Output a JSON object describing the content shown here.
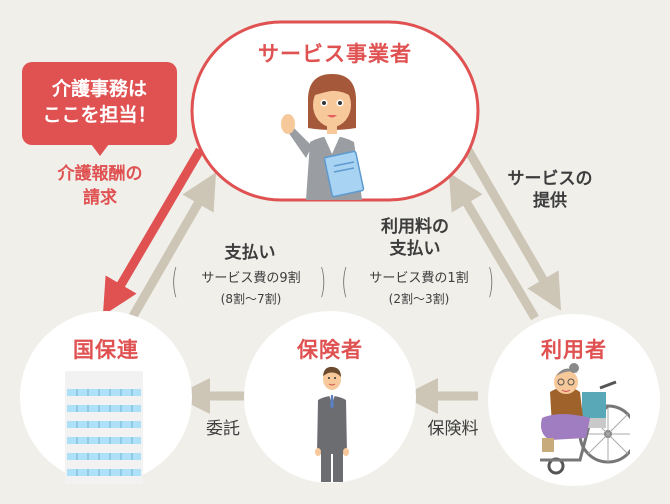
{
  "nodes": {
    "provider": {
      "title": "サービス事業者",
      "illustration": "businesswoman-with-folder"
    },
    "kokuhoren": {
      "title": "国保連",
      "illustration": "office-building"
    },
    "insurer": {
      "title": "保険者",
      "illustration": "businessman-in-suit"
    },
    "user": {
      "title": "利用者",
      "illustration": "elderly-woman-in-wheelchair"
    }
  },
  "callout": {
    "line1": "介護事務は",
    "line2": "ここを担当！"
  },
  "flows": {
    "claim": {
      "line1": "介護報酬の",
      "line2": "請求",
      "direction": "provider-to-kokuhoren"
    },
    "payment": {
      "line1": "支払い",
      "detail1": "サービス費の9割",
      "detail2": "(8割〜7割)",
      "direction": "kokuhoren-to-provider"
    },
    "user_payment": {
      "line1": "利用料の",
      "line2": "支払い",
      "detail1": "サービス費の1割",
      "detail2": "(2割〜3割)",
      "direction": "user-to-provider"
    },
    "service": {
      "line1": "サービスの",
      "line2": "提供",
      "direction": "provider-to-user"
    },
    "entrust": {
      "label": "委託",
      "direction": "insurer-to-kokuhoren"
    },
    "premium": {
      "label": "保険料",
      "direction": "user-to-insurer"
    }
  },
  "colors": {
    "accent": "#e05252",
    "arrow": "#cdc5b5",
    "background": "#f0efea",
    "text": "#3d3d3d"
  }
}
